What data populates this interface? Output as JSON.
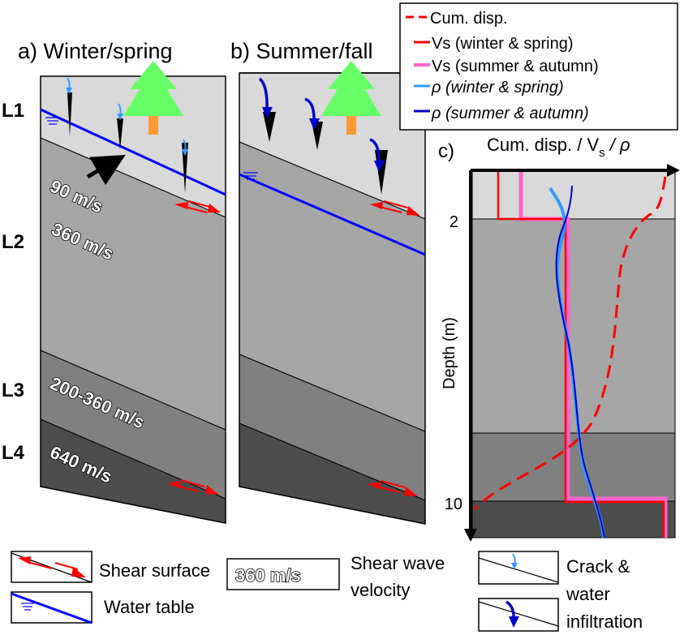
{
  "panels": {
    "a": {
      "title": "a)  Winter/spring"
    },
    "b": {
      "title": "b)  Summer/fall"
    },
    "c": {
      "title": "c)",
      "axis_title": "Cum. disp. / V",
      "axis_title_sub": "s",
      "axis_title_tail": " / ρ",
      "ylabel": "Depth (m)",
      "ytick_2": "2",
      "ytick_10": "10"
    }
  },
  "layers": {
    "L1": "L1",
    "L2": "L2",
    "L3": "L3",
    "L4": "L4"
  },
  "velocities": {
    "v1": "90 m/s",
    "v2": "360 m/s",
    "v3": "200-360 m/s",
    "v4": "640 m/s"
  },
  "legend_top": {
    "cum_disp": "Cum. disp.",
    "vs_winter": "Vs (winter & spring)",
    "vs_summer": "Vs (summer & autumn)",
    "rho_winter": "ρ (winter & spring)",
    "rho_summer": "ρ (summer & autumn)"
  },
  "legend_bottom": {
    "shear_surface": "Shear surface",
    "water_table": "Water table",
    "velocity_box": "360 m/s",
    "velocity_label_1": "Shear wave",
    "velocity_label_2": "velocity",
    "crack_1": "Crack &",
    "crack_2": "water",
    "crack_3": "infiltration"
  },
  "colors": {
    "layer1": "#d9d9d9",
    "layer2": "#a6a6a6",
    "layer3": "#808080",
    "layer4": "#4d4d4d",
    "shear": "#ff0000",
    "water_table": "#0000ff",
    "vs_winter": "#ff0000",
    "vs_summer": "#ff66cc",
    "rho_winter": "#3399ff",
    "rho_summer": "#0000cc",
    "tree": "#66ff66",
    "trunk": "#ff9933"
  }
}
